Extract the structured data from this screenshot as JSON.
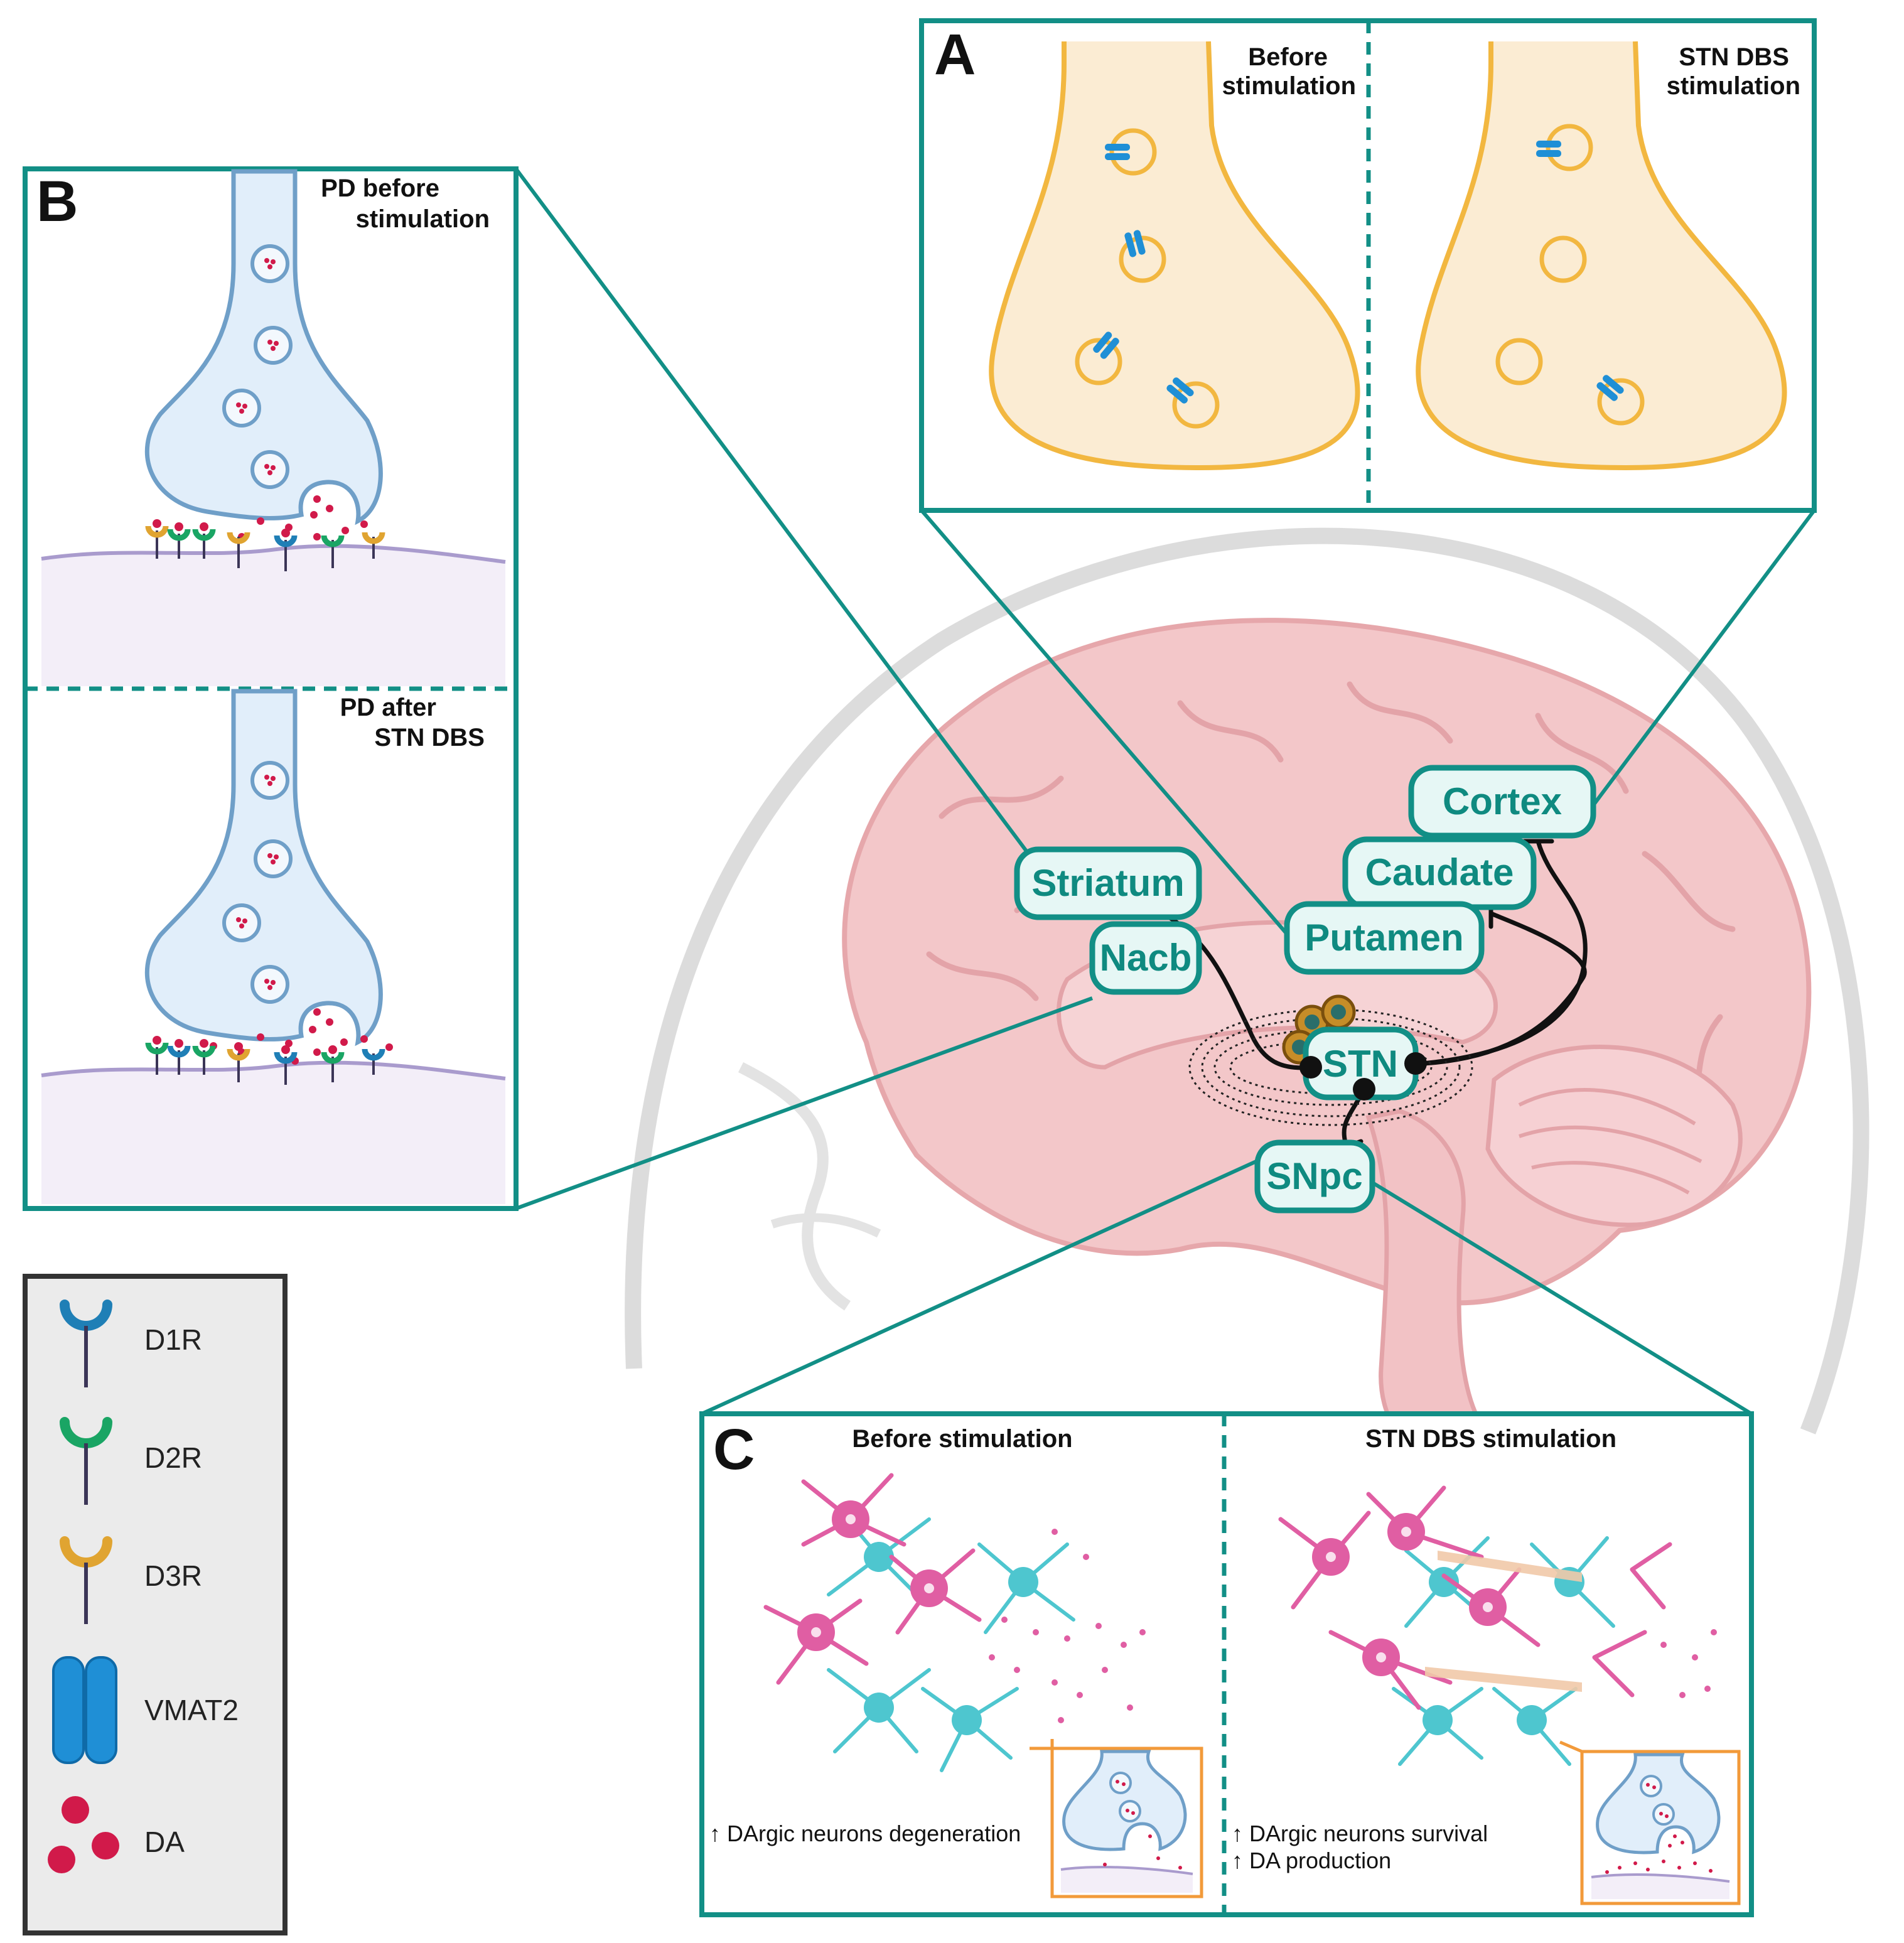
{
  "colors": {
    "teal": "#128f86",
    "teal_fill": "#e6f7f5",
    "brain": "#f0b9bc",
    "head": "#d9d9d9",
    "axon_blue": "#e1eefa",
    "axon_outline": "#6f9fc8",
    "soma_yellow": "#fbecd3",
    "soma_outline": "#f2b740",
    "vmat2": "#1f8fd6",
    "da": "#d11a4a",
    "d1r": "#1f7fb6",
    "d2r": "#1aa564",
    "d3r": "#e0a431",
    "membrane": "#a99bcd",
    "post": "#f3eef8",
    "neuron_pink": "#e05ea3",
    "neuron_cyan": "#4ec6cf",
    "legend_bg": "#ebebeb"
  },
  "panel_a": {
    "letter": "A",
    "left_label_line1": "Before",
    "left_label_line2": "stimulation",
    "right_label_line1": "STN DBS",
    "right_label_line2": "stimulation"
  },
  "panel_b": {
    "letter": "B",
    "top_label_line1": "PD before",
    "top_label_line2": "stimulation",
    "bottom_label_line1": "PD after",
    "bottom_label_line2": "STN DBS"
  },
  "panel_c": {
    "letter": "C",
    "left_title": "Before stimulation",
    "right_title": "STN DBS stimulation",
    "left_note": "↑ DArgic neurons degeneration",
    "right_note_line1": "↑ DArgic neurons survival",
    "right_note_line2": "↑ DA production"
  },
  "regions": {
    "cortex": "Cortex",
    "caudate": "Caudate",
    "putamen": "Putamen",
    "striatum": "Striatum",
    "nacb": "Nacb",
    "stn": "STN",
    "snpc": "SNpc"
  },
  "legend": {
    "d1r": "D1R",
    "d2r": "D2R",
    "d3r": "D3R",
    "vmat2": "VMAT2",
    "da": "DA"
  }
}
